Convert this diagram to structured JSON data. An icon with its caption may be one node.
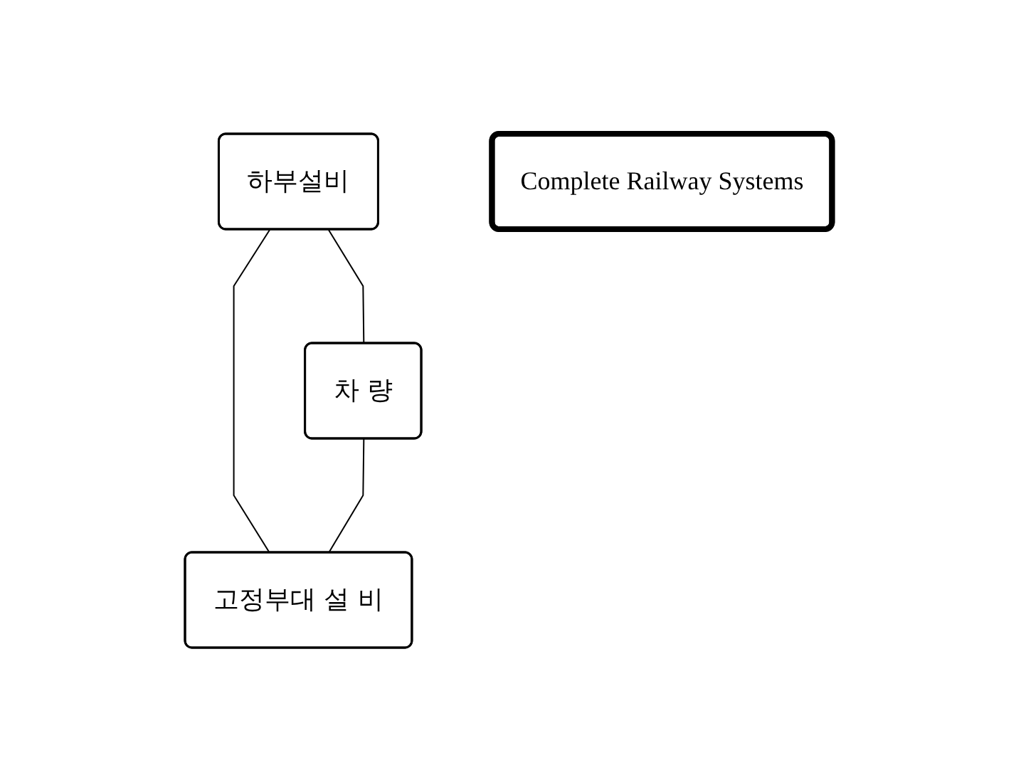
{
  "diagram": {
    "nodes": [
      {
        "text": [
          "하부설비"
        ]
      },
      {
        "text": [
          "Complete Railway Systems"
        ]
      },
      {
        "text": [
          "차 량"
        ]
      },
      {
        "text": [
          "고정부대 설 비"
        ]
      }
    ],
    "edges": [
      {
        "from": 0,
        "to": 2,
        "arrow": "none"
      },
      {
        "from": 0,
        "to": 3,
        "arrow": "none"
      },
      {
        "from": 2,
        "to": 3,
        "arrow": "none"
      }
    ]
  }
}
